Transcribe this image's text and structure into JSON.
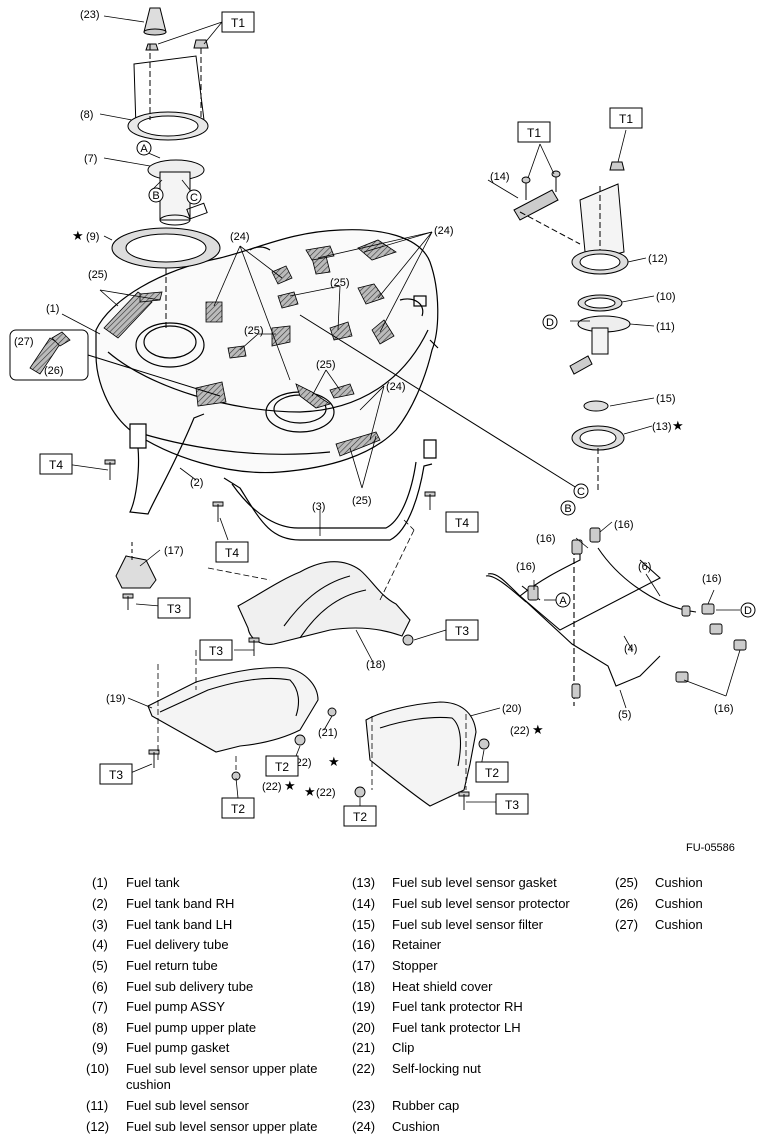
{
  "figure_code": "FU-05586",
  "markers": {
    "star": "★"
  },
  "torques": [
    "T1",
    "T2",
    "T3",
    "T4"
  ],
  "callouts": {
    "c1": "(1)",
    "c2": "(2)",
    "c3": "(3)",
    "c4": "(4)",
    "c5": "(5)",
    "c6": "(6)",
    "c7": "(7)",
    "c8": "(8)",
    "c9": "(9)",
    "c10": "(10)",
    "c11": "(11)",
    "c12": "(12)",
    "c13": "(13)",
    "c14": "(14)",
    "c15": "(15)",
    "c16": "(16)",
    "c17": "(17)",
    "c18": "(18)",
    "c19": "(19)",
    "c20": "(20)",
    "c21": "(21)",
    "c22": "(22)",
    "c23": "(23)",
    "c24": "(24)",
    "c25": "(25)",
    "c26": "(26)",
    "c27": "(27)"
  },
  "connectors": [
    "A",
    "B",
    "C",
    "D"
  ],
  "legend": {
    "col1": [
      {
        "num": "(1)",
        "name": "Fuel tank"
      },
      {
        "num": "(2)",
        "name": "Fuel tank band RH"
      },
      {
        "num": "(3)",
        "name": "Fuel tank band LH"
      },
      {
        "num": "(4)",
        "name": "Fuel delivery tube"
      },
      {
        "num": "(5)",
        "name": "Fuel return tube"
      },
      {
        "num": "(6)",
        "name": "Fuel sub delivery tube"
      },
      {
        "num": "(7)",
        "name": "Fuel pump ASSY"
      },
      {
        "num": "(8)",
        "name": "Fuel pump upper plate"
      },
      {
        "num": "(9)",
        "name": "Fuel pump gasket"
      },
      {
        "num": "(10)",
        "name": "Fuel sub level sensor upper plate cushion"
      },
      {
        "num": "(11)",
        "name": "Fuel sub level sensor"
      },
      {
        "num": "(12)",
        "name": "Fuel sub level sensor upper plate"
      }
    ],
    "col2": [
      {
        "num": "(13)",
        "name": "Fuel sub level sensor gasket"
      },
      {
        "num": "(14)",
        "name": "Fuel sub level sensor protector"
      },
      {
        "num": "(15)",
        "name": "Fuel sub level sensor filter"
      },
      {
        "num": "(16)",
        "name": "Retainer"
      },
      {
        "num": "(17)",
        "name": "Stopper"
      },
      {
        "num": "(18)",
        "name": "Heat shield cover"
      },
      {
        "num": "(19)",
        "name": "Fuel tank protector RH"
      },
      {
        "num": "(20)",
        "name": "Fuel tank protector LH"
      },
      {
        "num": "(21)",
        "name": "Clip"
      },
      {
        "num": "(22)",
        "name": "Self-locking nut"
      },
      {
        "num": "(23)",
        "name": "Rubber cap"
      },
      {
        "num": "(24)",
        "name": "Cushion"
      }
    ],
    "col3": [
      {
        "num": "(25)",
        "name": "Cushion"
      },
      {
        "num": "(26)",
        "name": "Cushion"
      },
      {
        "num": "(27)",
        "name": "Cushion"
      }
    ]
  }
}
